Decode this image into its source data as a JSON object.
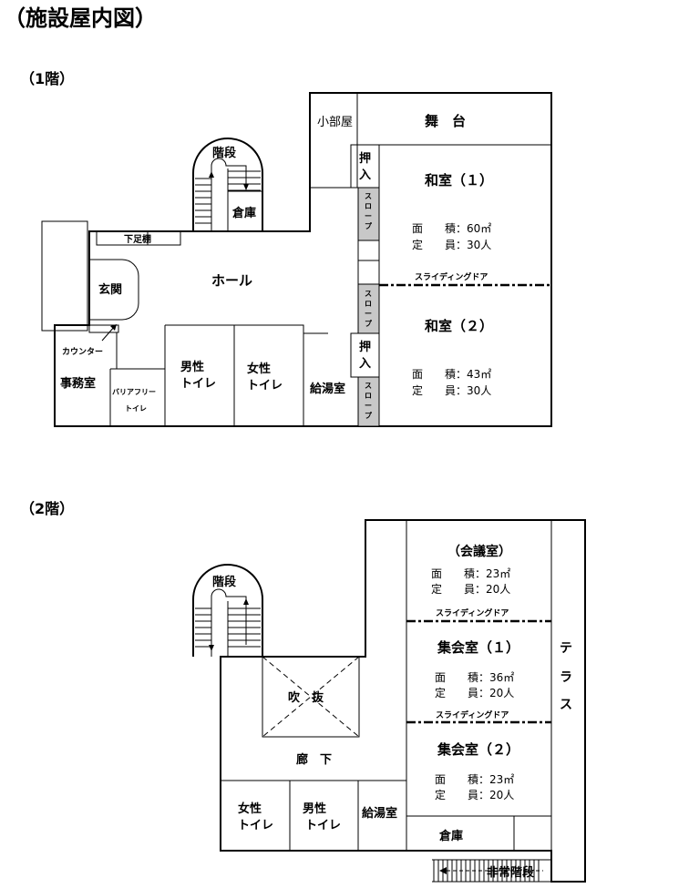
{
  "title": "（施設屋内図）",
  "floor1": {
    "label": "（1階）",
    "rooms": {
      "kobeya": "小部屋",
      "butai": "舞　台",
      "kaidan": "階段",
      "souko": "倉庫",
      "oshiire1": [
        "押",
        "入"
      ],
      "oshiire2": [
        "押",
        "入"
      ],
      "washitsu1": "和室（１）",
      "washitsu1_area": "面　　積：60㎡",
      "washitsu1_cap": "定　　員：30人",
      "washitsu2": "和室（２）",
      "washitsu2_area": "面　　積：43㎡",
      "washitsu2_cap": "定　　員：30人",
      "sliding_door": "スライディングドア",
      "slope": [
        "ス",
        "ロ",
        "ー",
        "プ"
      ],
      "getabako": "下足棚",
      "genkan": "玄関",
      "hall": "ホール",
      "counter": "カウンター",
      "jimushitsu": "事務室",
      "barrier_free_1": "バリアフリー",
      "barrier_free_2": "トイレ",
      "mens_toilet": [
        "男性",
        "トイレ"
      ],
      "womens_toilet": [
        "女性",
        "トイレ"
      ],
      "kyutoshitsu": "給湯室"
    }
  },
  "floor2": {
    "label": "（2階）",
    "rooms": {
      "kaidan": "階段",
      "kaigishitsu": "（会議室）",
      "kaigishitsu_area": "面　　積：23㎡",
      "kaigishitsu_cap": "定　　員：20人",
      "sliding_door": "スライディングドア",
      "shukai1": "集会室（１）",
      "shukai1_area": "面　　積：36㎡",
      "shukai1_cap": "定　　員：20人",
      "shukai2": "集会室（２）",
      "shukai2_area": "面　　積：23㎡",
      "shukai2_cap": "定　　員：20人",
      "terrace": [
        "テ",
        "ラ",
        "ス"
      ],
      "fukinuke": "吹　抜",
      "rouka": "廊　下",
      "womens_toilet": [
        "女性",
        "トイレ"
      ],
      "mens_toilet": [
        "男性",
        "トイレ"
      ],
      "kyutoshitsu": "給湯室",
      "souko": "倉庫",
      "hijo_kaidan": "非常階段"
    }
  }
}
